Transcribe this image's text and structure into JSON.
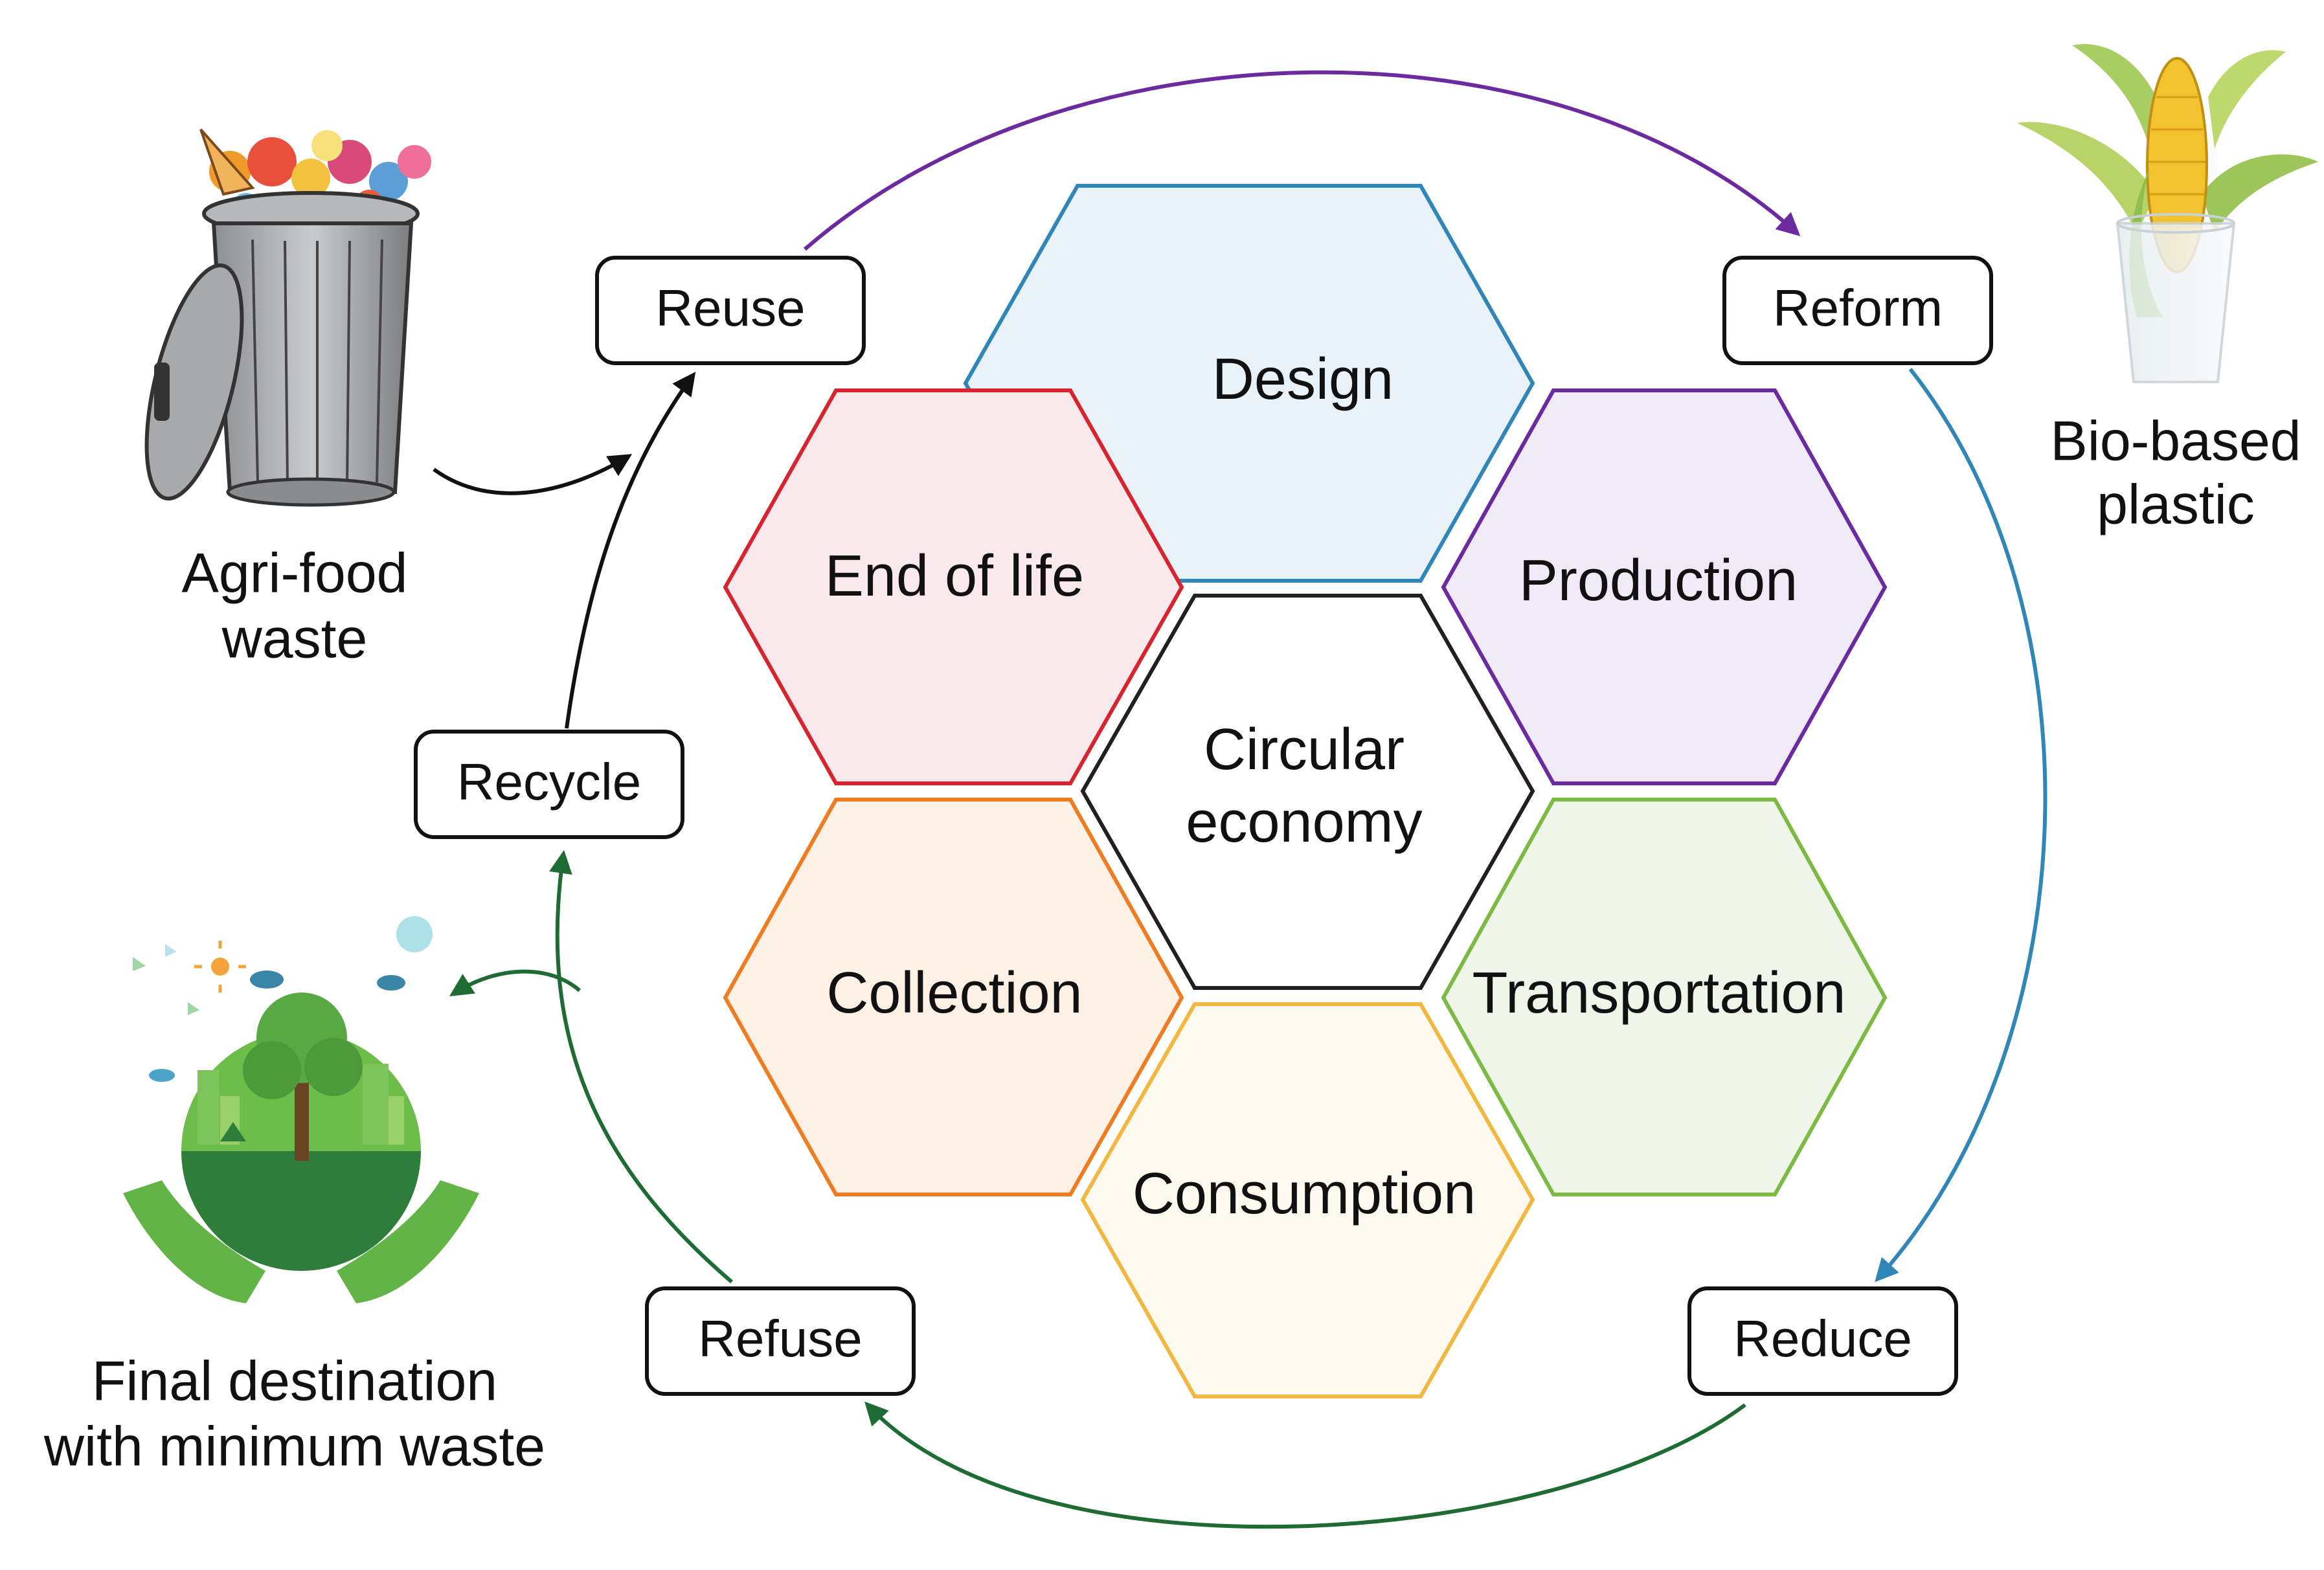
{
  "center": {
    "line1": "Circular",
    "line2": "economy"
  },
  "stages": [
    {
      "label": "Design",
      "color": "#2f86b7",
      "fill": "#e9f2f8"
    },
    {
      "label": "Production",
      "color": "#6b2aa0",
      "fill": "#efeaf6"
    },
    {
      "label": "Transportation",
      "color": "#7cba44",
      "fill": "#f0f5ea"
    },
    {
      "label": "Consumption",
      "color": "#f0b840",
      "fill": "#fef9ee"
    },
    {
      "label": "Collection",
      "color": "#ee7d22",
      "fill": "#fdf1e6"
    },
    {
      "label": "End of life",
      "color": "#d6252e",
      "fill": "#f9e9ec"
    }
  ],
  "center_color": "#231f20",
  "actions": {
    "reuse": "Reuse",
    "reform": "Reform",
    "reduce": "Reduce",
    "refuse": "Refuse",
    "recycle": "Recycle"
  },
  "arrow_colors": {
    "reuse_to_reform": "#6b2aa0",
    "reform_to_reduce": "#2f86b7",
    "reduce_to_refuse": "#1e6b34",
    "refuse_to_recycle": "#1e6b34",
    "recycle_to_reuse": "#111111",
    "to_destination": "#1e6b34"
  },
  "side": {
    "waste": {
      "line1": "Agri-food",
      "line2": "waste",
      "icon": "trash-can-icon"
    },
    "plastic": {
      "line1": "Bio-based",
      "line2": "plastic",
      "icon": "corn-cup-icon"
    },
    "destination": {
      "line1": "Final destination",
      "line2": "with minimum waste",
      "icon": "green-earth-hands-icon"
    }
  }
}
